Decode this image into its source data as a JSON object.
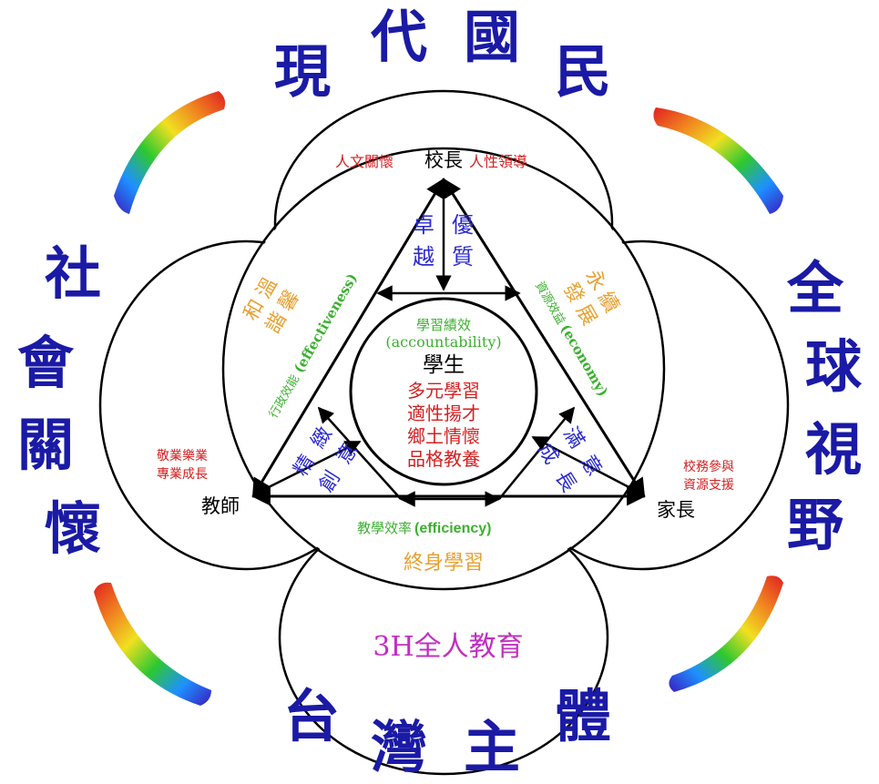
{
  "corners": {
    "top": [
      "現",
      "代",
      "國",
      "民"
    ],
    "left": [
      "社",
      "會",
      "關",
      "懷"
    ],
    "right": [
      "全",
      "球",
      "視",
      "野"
    ],
    "bottom": [
      "台",
      "灣",
      "主",
      "體"
    ]
  },
  "roles": {
    "principal": "校長",
    "principal_left": "人文關懷",
    "principal_right": "人性領導",
    "teacher": "教師",
    "teacher_notes": [
      "敬業樂業",
      "專業成長"
    ],
    "parent": "家長",
    "parent_notes": [
      "校務參與",
      "資源支援"
    ]
  },
  "top_wedge": [
    "卓",
    "越",
    "優",
    "質"
  ],
  "left_wedge": [
    "精",
    "緻",
    "創",
    "意"
  ],
  "right_wedge": [
    "滿",
    "意",
    "成",
    "長"
  ],
  "left_side": {
    "orange": [
      "和",
      "諧",
      "溫",
      "馨"
    ],
    "green_cn": "行政效能",
    "green_en": "(effectiveness)"
  },
  "right_side": {
    "orange": [
      "永",
      "續",
      "發",
      "展"
    ],
    "green_cn": "資源效益",
    "green_en": "(economy)"
  },
  "bottom_side": {
    "green_cn": "教學效率",
    "green_en": "(efficiency)",
    "orange": "終身學習"
  },
  "center": {
    "acc_cn": "學習績效",
    "acc_en": "(accountability)",
    "student": "學生",
    "lines": [
      "多元學習",
      "適性揚才",
      "鄉土情懷",
      "品格教養"
    ]
  },
  "bottom_title": "3H全人教育",
  "colors": {
    "navy": "#1a1aa6",
    "red": "#d42020",
    "green": "#3cb030",
    "orange": "#e8a030",
    "blue": "#2a2ad0",
    "magenta": "#c030c0"
  }
}
